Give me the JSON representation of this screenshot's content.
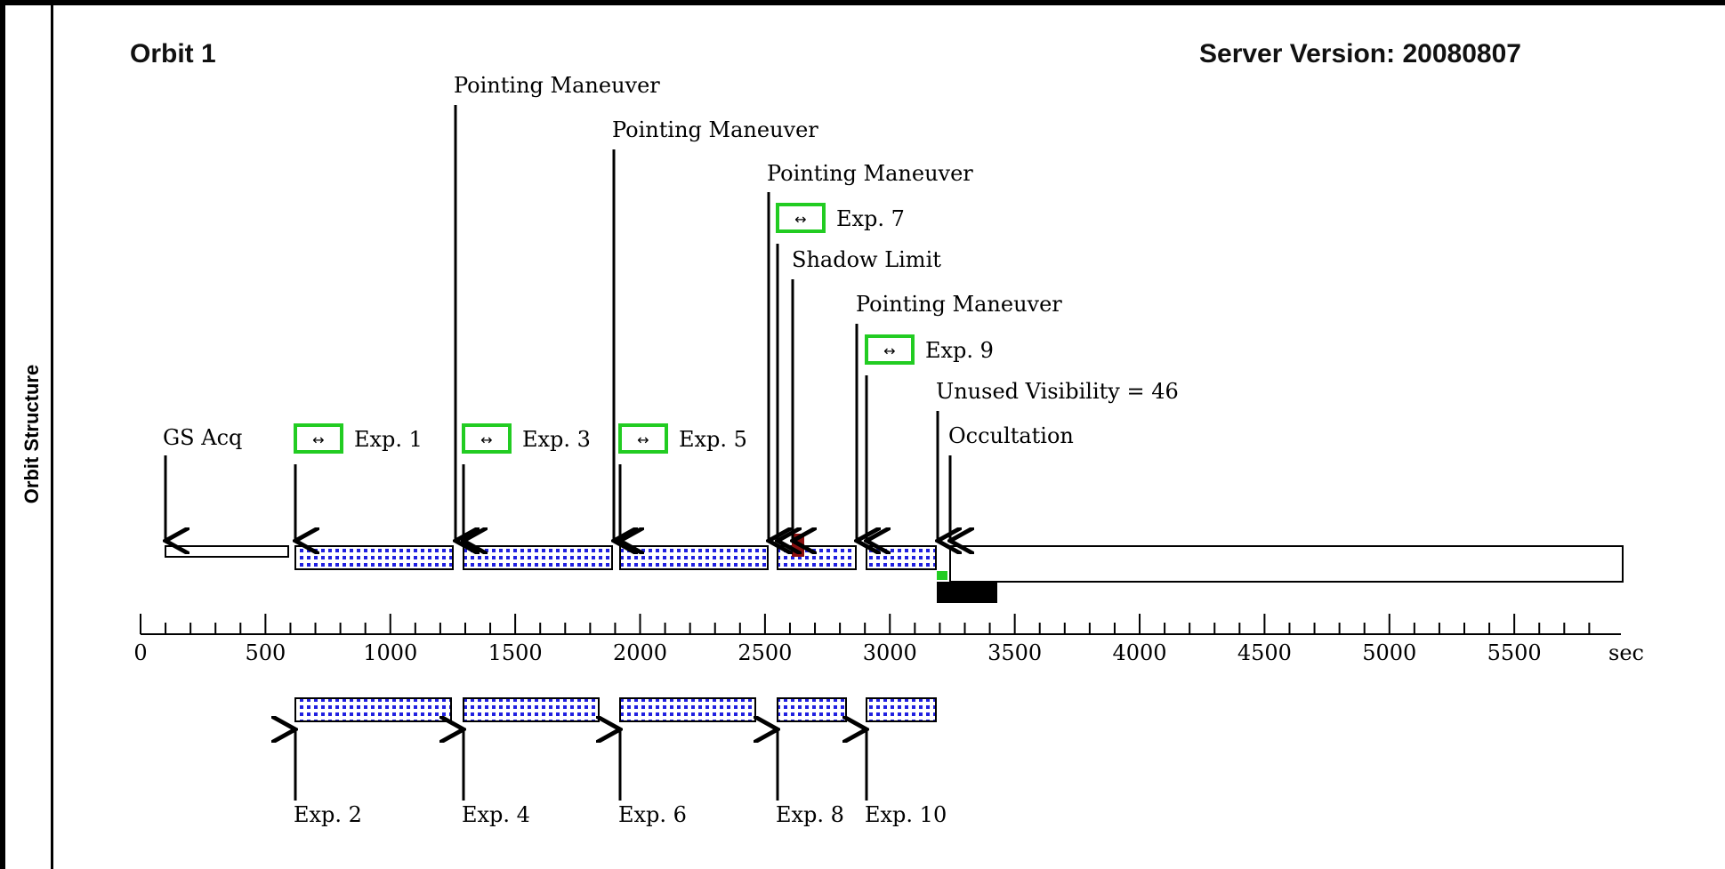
{
  "sidebar": {
    "label": "Orbit Structure"
  },
  "header": {
    "orbit_title": "Orbit 1",
    "server_version": "Server Version: 20080807"
  },
  "colors": {
    "exposure_fill": "#2020e0",
    "expand_box": "#22cc22",
    "shadow_marker": "#8b1010",
    "occultation_bar": "#000000"
  },
  "axis": {
    "unit": "sec",
    "ticks": [
      "0",
      "500",
      "1000",
      "1500",
      "2000",
      "2500",
      "3000",
      "3500",
      "4000",
      "4500",
      "5000",
      "5500"
    ]
  },
  "events": [
    {
      "label": "GS Acq"
    },
    {
      "label": "Pointing Maneuver"
    },
    {
      "label": "Pointing Maneuver"
    },
    {
      "label": "Pointing Maneuver"
    },
    {
      "label": "Shadow Limit"
    },
    {
      "label": "Pointing Maneuver"
    },
    {
      "label": "Unused Visibility = 46"
    },
    {
      "label": "Occultation"
    }
  ],
  "exposures_top": [
    {
      "label": "Exp. 1"
    },
    {
      "label": "Exp. 3"
    },
    {
      "label": "Exp. 5"
    },
    {
      "label": "Exp. 7"
    },
    {
      "label": "Exp. 9"
    }
  ],
  "exposures_bottom": [
    {
      "label": "Exp. 2"
    },
    {
      "label": "Exp. 4"
    },
    {
      "label": "Exp. 6"
    },
    {
      "label": "Exp. 8"
    },
    {
      "label": "Exp. 10"
    }
  ]
}
